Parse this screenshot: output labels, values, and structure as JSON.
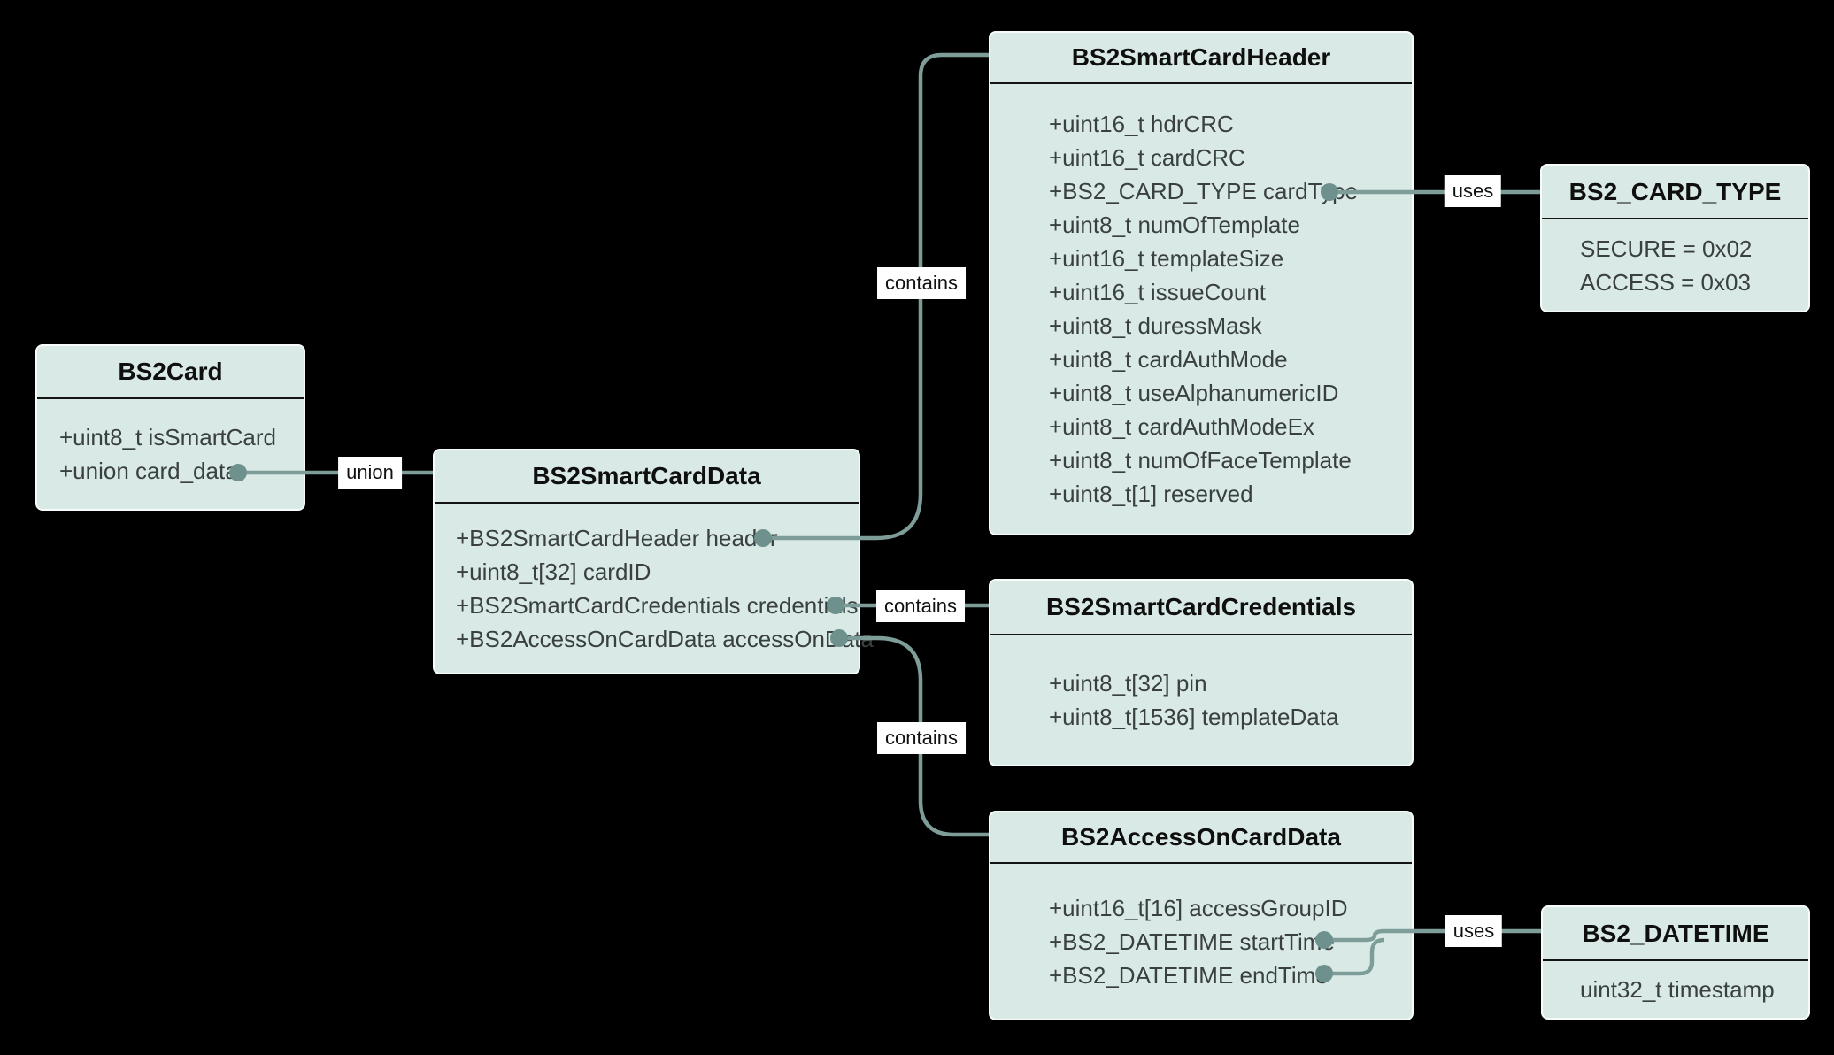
{
  "diagram": {
    "type": "uml-class-diagram",
    "colors": {
      "background": "#000000",
      "box_fill": "#d9eae6",
      "box_border": "#f7fbfa",
      "divider": "#141414",
      "connector": "#7e9d99",
      "dot": "#6e918e",
      "label_bg": "#ffffff",
      "title_text": "#0f0f0f",
      "member_text": "#3a3f40"
    },
    "classes": [
      {
        "name": "BS2Card",
        "fields": [
          "+uint8_t isSmartCard",
          "+union card_data"
        ]
      },
      {
        "name": "BS2SmartCardData",
        "fields": [
          "+BS2SmartCardHeader header",
          "+uint8_t[32] cardID",
          "+BS2SmartCardCredentials credentials",
          "+BS2AccessOnCardData accessOnData"
        ]
      },
      {
        "name": "BS2SmartCardHeader",
        "fields": [
          "+uint16_t hdrCRC",
          "+uint16_t cardCRC",
          "+BS2_CARD_TYPE cardType",
          "+uint8_t numOfTemplate",
          "+uint16_t templateSize",
          "+uint16_t issueCount",
          "+uint8_t duressMask",
          "+uint8_t cardAuthMode",
          "+uint8_t useAlphanumericID",
          "+uint8_t cardAuthModeEx",
          "+uint8_t numOfFaceTemplate",
          "+uint8_t[1] reserved"
        ]
      },
      {
        "name": "BS2_CARD_TYPE",
        "fields": [
          "SECURE = 0x02",
          "ACCESS = 0x03"
        ]
      },
      {
        "name": "BS2SmartCardCredentials",
        "fields": [
          "+uint8_t[32] pin",
          "+uint8_t[1536] templateData"
        ]
      },
      {
        "name": "BS2AccessOnCardData",
        "fields": [
          "+uint16_t[16] accessGroupID",
          "+BS2_DATETIME startTime",
          "+BS2_DATETIME endTime"
        ]
      },
      {
        "name": "BS2_DATETIME",
        "fields": [
          "uint32_t timestamp"
        ]
      }
    ],
    "edges": [
      {
        "label": "union",
        "from": "BS2Card.card_data",
        "to": "BS2SmartCardData"
      },
      {
        "label": "contains",
        "from": "BS2SmartCardData.header",
        "to": "BS2SmartCardHeader"
      },
      {
        "label": "contains",
        "from": "BS2SmartCardData.credentials",
        "to": "BS2SmartCardCredentials"
      },
      {
        "label": "contains",
        "from": "BS2SmartCardData.accessOnData",
        "to": "BS2AccessOnCardData"
      },
      {
        "label": "uses",
        "from": "BS2SmartCardHeader.cardType",
        "to": "BS2_CARD_TYPE"
      },
      {
        "label": "uses",
        "from": "BS2AccessOnCardData.startTime/endTime",
        "to": "BS2_DATETIME"
      }
    ]
  }
}
